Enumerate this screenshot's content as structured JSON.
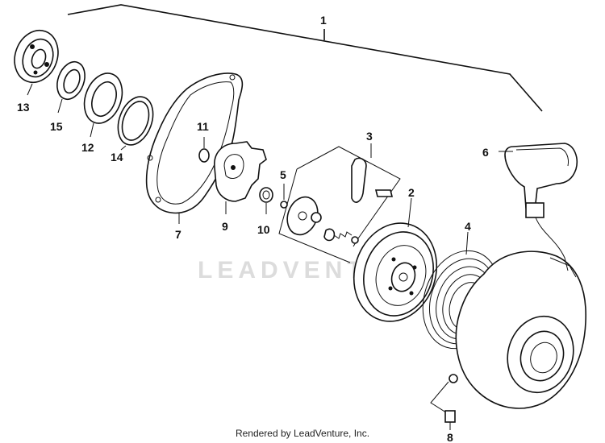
{
  "watermark": "LEADVENTURE",
  "credit": "Rendered by LeadVenture, Inc.",
  "callouts": {
    "p1": "1",
    "p2": "2",
    "p3": "3",
    "p4": "4",
    "p5": "5",
    "p6": "6",
    "p7": "7",
    "p8": "8",
    "p9": "9",
    "p10": "10",
    "p11": "11",
    "p12": "12",
    "p13": "13",
    "p14": "14",
    "p15": "15"
  },
  "colors": {
    "line": "#111111",
    "watermark": "#dcdcdc",
    "background": "#ffffff"
  }
}
